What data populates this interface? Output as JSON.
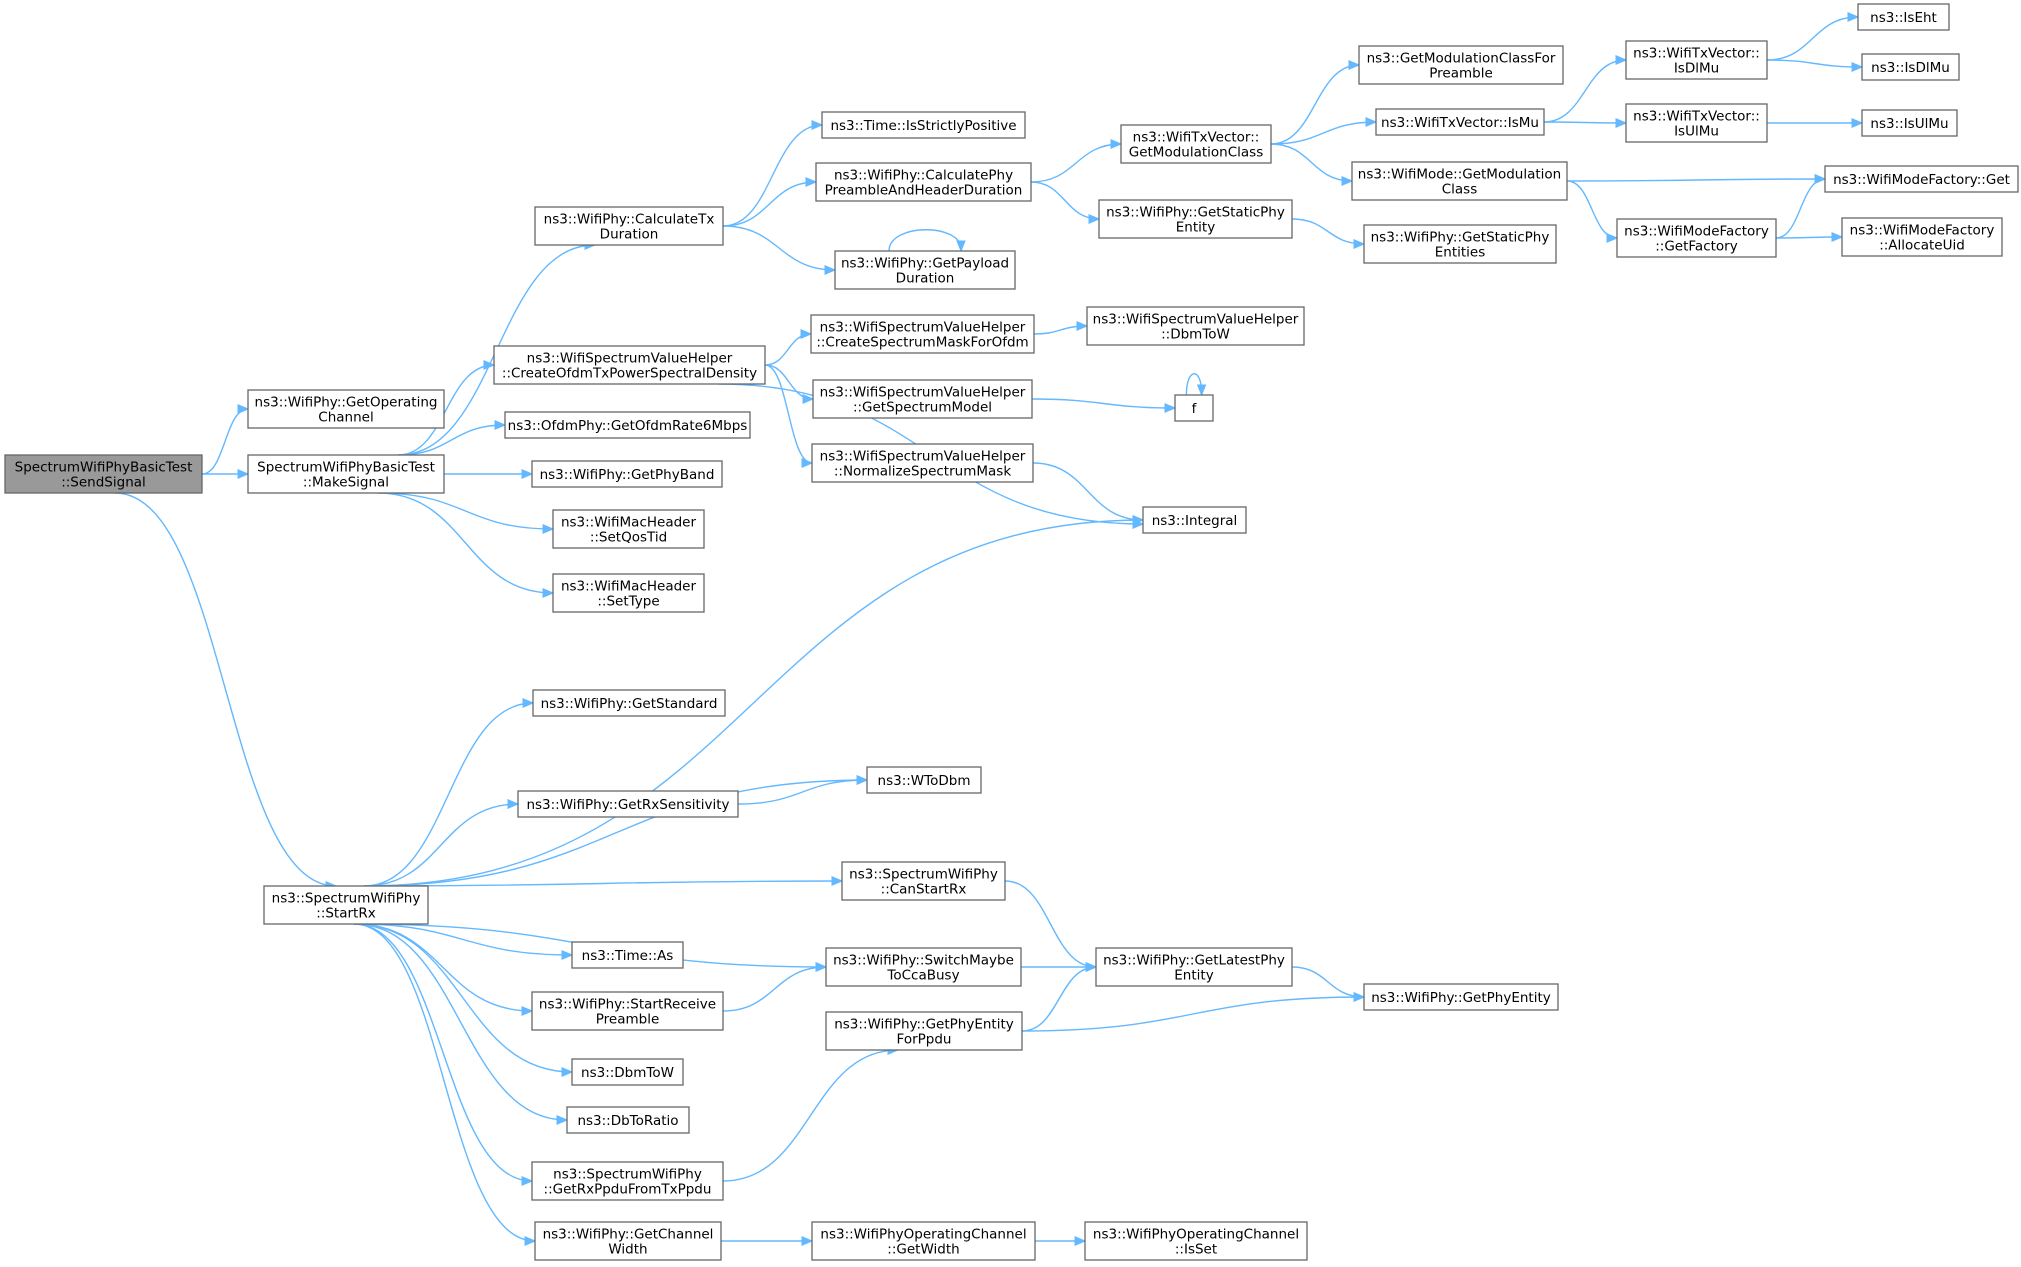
{
  "nodes": {
    "n_send": [
      "SpectrumWifiPhyBasicTest",
      "::SendSignal"
    ],
    "n_getopch": [
      "ns3::WifiPhy::GetOperating",
      "Channel"
    ],
    "n_makesig": [
      "SpectrumWifiPhyBasicTest",
      "::MakeSignal"
    ],
    "n_startrx": [
      "ns3::SpectrumWifiPhy",
      "::StartRx"
    ],
    "n_calctx": [
      "ns3::WifiPhy::CalculateTx",
      "Duration"
    ],
    "n_createofdm": [
      "ns3::WifiSpectrumValueHelper",
      "::CreateOfdmTxPowerSpectralDensity"
    ],
    "n_ofdm6": [
      "ns3::OfdmPhy::GetOfdmRate6Mbps"
    ],
    "n_getphyband": [
      "ns3::WifiPhy::GetPhyBand"
    ],
    "n_setqos": [
      "ns3::WifiMacHeader",
      "::SetQosTid"
    ],
    "n_settype": [
      "ns3::WifiMacHeader",
      "::SetType"
    ],
    "n_isstrict": [
      "ns3::Time::IsStrictlyPositive"
    ],
    "n_calcpre": [
      "ns3::WifiPhy::CalculatePhy",
      "PreambleAndHeaderDuration"
    ],
    "n_getpay": [
      "ns3::WifiPhy::GetPayload",
      "Duration"
    ],
    "n_createmask": [
      "ns3::WifiSpectrumValueHelper",
      "::CreateSpectrumMaskForOfdm"
    ],
    "n_getspec": [
      "ns3::WifiSpectrumValueHelper",
      "::GetSpectrumModel"
    ],
    "n_normmask": [
      "ns3::WifiSpectrumValueHelper",
      "::NormalizeSpectrumMask"
    ],
    "n_dbmtow_h": [
      "ns3::WifiSpectrumValueHelper",
      "::DbmToW"
    ],
    "n_f": [
      "f"
    ],
    "n_integral": [
      "ns3::Integral"
    ],
    "n_getmodcls": [
      "ns3::WifiTxVector::",
      "GetModulationClass"
    ],
    "n_getstatic": [
      "ns3::WifiPhy::GetStaticPhy",
      "Entity"
    ],
    "n_getmodpre": [
      "ns3::GetModulationClassFor",
      "Preamble"
    ],
    "n_ismu": [
      "ns3::WifiTxVector::IsMu"
    ],
    "n_modeget": [
      "ns3::WifiMode::GetModulation",
      "Class"
    ],
    "n_staticents": [
      "ns3::WifiPhy::GetStaticPhy",
      "Entities"
    ],
    "n_isdlmu": [
      "ns3::WifiTxVector::",
      "IsDlMu"
    ],
    "n_isulmu": [
      "ns3::WifiTxVector::",
      "IsUlMu"
    ],
    "n_getfactory": [
      "ns3::WifiModeFactory",
      "::GetFactory"
    ],
    "n_iseht": [
      "ns3::IsEht"
    ],
    "n_isdlmu2": [
      "ns3::IsDlMu"
    ],
    "n_isulmu2": [
      "ns3::IsUlMu"
    ],
    "n_factget": [
      "ns3::WifiModeFactory::Get"
    ],
    "n_alloc": [
      "ns3::WifiModeFactory",
      "::AllocateUid"
    ],
    "n_getstd": [
      "ns3::WifiPhy::GetStandard"
    ],
    "n_getrxsens": [
      "ns3::WifiPhy::GetRxSensitivity"
    ],
    "n_wtodbm": [
      "ns3::WToDbm"
    ],
    "n_canstart": [
      "ns3::SpectrumWifiPhy",
      "::CanStartRx"
    ],
    "n_timeas": [
      "ns3::Time::As"
    ],
    "n_switch": [
      "ns3::WifiPhy::SwitchMaybe",
      "ToCcaBusy"
    ],
    "n_startpre": [
      "ns3::WifiPhy::StartReceive",
      "Preamble"
    ],
    "n_getentity": [
      "ns3::WifiPhy::GetPhyEntity",
      "ForPpdu"
    ],
    "n_latest": [
      "ns3::WifiPhy::GetLatestPhy",
      "Entity"
    ],
    "n_phyentity": [
      "ns3::WifiPhy::GetPhyEntity"
    ],
    "n_dbmtow": [
      "ns3::DbmToW"
    ],
    "n_dbtoratio": [
      "ns3::DbToRatio"
    ],
    "n_getrxppdu": [
      "ns3::SpectrumWifiPhy",
      "::GetRxPpduFromTxPpdu"
    ],
    "n_getchw": [
      "ns3::WifiPhy::GetChannel",
      "Width"
    ],
    "n_opgetw": [
      "ns3::WifiPhyOperatingChannel",
      "::GetWidth"
    ],
    "n_opisset": [
      "ns3::WifiPhyOperatingChannel",
      "::IsSet"
    ]
  },
  "edges": [
    [
      "n_send",
      "n_getopch"
    ],
    [
      "n_send",
      "n_makesig"
    ],
    [
      "n_send",
      "n_startrx"
    ],
    [
      "n_makesig",
      "n_calctx"
    ],
    [
      "n_makesig",
      "n_createofdm"
    ],
    [
      "n_makesig",
      "n_ofdm6"
    ],
    [
      "n_makesig",
      "n_getphyband"
    ],
    [
      "n_makesig",
      "n_setqos"
    ],
    [
      "n_makesig",
      "n_settype"
    ],
    [
      "n_calctx",
      "n_isstrict"
    ],
    [
      "n_calctx",
      "n_calcpre"
    ],
    [
      "n_calctx",
      "n_getpay"
    ],
    [
      "n_getpay",
      "n_getpay"
    ],
    [
      "n_calcpre",
      "n_getmodcls"
    ],
    [
      "n_calcpre",
      "n_getstatic"
    ],
    [
      "n_getmodcls",
      "n_getmodpre"
    ],
    [
      "n_getmodcls",
      "n_ismu"
    ],
    [
      "n_getmodcls",
      "n_modeget"
    ],
    [
      "n_ismu",
      "n_isdlmu"
    ],
    [
      "n_ismu",
      "n_isulmu"
    ],
    [
      "n_isdlmu",
      "n_iseht"
    ],
    [
      "n_isdlmu",
      "n_isdlmu2"
    ],
    [
      "n_isulmu",
      "n_isulmu2"
    ],
    [
      "n_modeget",
      "n_factget"
    ],
    [
      "n_modeget",
      "n_getfactory"
    ],
    [
      "n_getfactory",
      "n_factget"
    ],
    [
      "n_getfactory",
      "n_alloc"
    ],
    [
      "n_getstatic",
      "n_staticents"
    ],
    [
      "n_createofdm",
      "n_createmask"
    ],
    [
      "n_createofdm",
      "n_getspec"
    ],
    [
      "n_createofdm",
      "n_normmask"
    ],
    [
      "n_createofdm",
      "n_integral"
    ],
    [
      "n_createmask",
      "n_dbmtow_h"
    ],
    [
      "n_getspec",
      "n_f"
    ],
    [
      "n_f",
      "n_f"
    ],
    [
      "n_normmask",
      "n_integral"
    ],
    [
      "n_startrx",
      "n_integral"
    ],
    [
      "n_startrx",
      "n_getstd"
    ],
    [
      "n_startrx",
      "n_wtodbm"
    ],
    [
      "n_startrx",
      "n_getrxsens"
    ],
    [
      "n_startrx",
      "n_canstart"
    ],
    [
      "n_startrx",
      "n_switch"
    ],
    [
      "n_startrx",
      "n_timeas"
    ],
    [
      "n_startrx",
      "n_startpre"
    ],
    [
      "n_startrx",
      "n_dbmtow"
    ],
    [
      "n_startrx",
      "n_dbtoratio"
    ],
    [
      "n_startrx",
      "n_getrxppdu"
    ],
    [
      "n_startrx",
      "n_getchw"
    ],
    [
      "n_getrxsens",
      "n_wtodbm"
    ],
    [
      "n_canstart",
      "n_latest"
    ],
    [
      "n_switch",
      "n_latest"
    ],
    [
      "n_startpre",
      "n_switch"
    ],
    [
      "n_getrxppdu",
      "n_getentity"
    ],
    [
      "n_getentity",
      "n_latest"
    ],
    [
      "n_getentity",
      "n_phyentity"
    ],
    [
      "n_latest",
      "n_phyentity"
    ],
    [
      "n_getchw",
      "n_opgetw"
    ],
    [
      "n_opgetw",
      "n_opisset"
    ]
  ]
}
